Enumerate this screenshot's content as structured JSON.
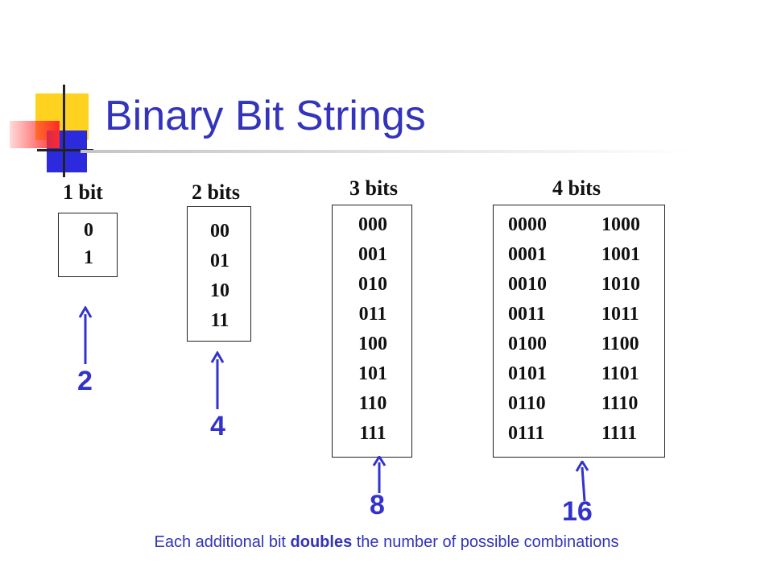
{
  "title": "Binary Bit Strings",
  "groups": [
    {
      "label": "1 bit",
      "values": [
        "0",
        "1"
      ],
      "count": "2"
    },
    {
      "label": "2 bits",
      "values": [
        "00",
        "01",
        "10",
        "11"
      ],
      "count": "4"
    },
    {
      "label": "3 bits",
      "values": [
        "000",
        "001",
        "010",
        "011",
        "100",
        "101",
        "110",
        "111"
      ],
      "count": "8"
    },
    {
      "label": "4 bits",
      "values_left": [
        "0000",
        "0001",
        "0010",
        "0011",
        "0100",
        "0101",
        "0110",
        "0111"
      ],
      "values_right": [
        "1000",
        "1001",
        "1010",
        "1011",
        "1100",
        "1101",
        "1110",
        "1111"
      ],
      "count": "16"
    }
  ],
  "footnote": {
    "before": "Each additional bit ",
    "emphasis": "doubles",
    "after": " the number of possible combinations"
  },
  "colors": {
    "accent": "#3333cc",
    "title": "#3333bb",
    "deco_yellow": "#ffd21f",
    "deco_blue": "#2b2bdd",
    "deco_red": "#ff3333"
  }
}
